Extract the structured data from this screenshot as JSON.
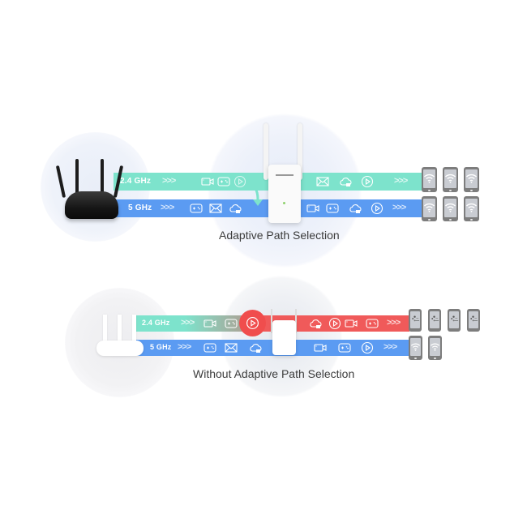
{
  "diagram": {
    "top": {
      "caption": "Adaptive Path Selection",
      "band_24": {
        "label": "2.4 GHz",
        "chevrons": ">>>",
        "color": "#7de3cc",
        "icons_before_extender": [
          "video-camera-icon",
          "gamepad-icon",
          "play-icon"
        ],
        "icons_after_extender": [
          "mail-icon",
          "cloud-icon",
          "play-icon"
        ],
        "trailing_chevrons": ">>>"
      },
      "band_5": {
        "label": "5 GHz",
        "chevrons": ">>>",
        "color": "#5b9bf2",
        "icons_before_extender": [
          "gamepad-icon",
          "mail-icon",
          "cloud-icon"
        ],
        "icons_after_extender": [
          "video-camera-icon",
          "gamepad-icon",
          "cloud-icon",
          "play-icon"
        ],
        "trailing_chevrons": ">>>"
      },
      "switch_arrow": "down-arrow-icon",
      "devices": {
        "row_24": [
          "wifi-phone",
          "wifi-phone",
          "wifi-phone"
        ],
        "row_5": [
          "wifi-phone",
          "wifi-phone",
          "wifi-phone"
        ]
      }
    },
    "bottom": {
      "caption": "Without Adaptive Path Selection",
      "band_24": {
        "label": "2.4 GHz",
        "chevrons": ">>>",
        "color": "#7de3cc",
        "congested_color": "#f05a5a",
        "icons_before_extender": [
          "video-camera-icon",
          "gamepad-icon",
          "play-icon"
        ],
        "icons_after_extender": [
          "cloud-icon",
          "play-icon",
          "video-camera-icon",
          "gamepad-icon"
        ],
        "trailing_chevrons": ">>>"
      },
      "band_5": {
        "label": "5 GHz",
        "chevrons": ">>>",
        "color": "#5b9bf2",
        "icons_before_extender": [
          "gamepad-icon",
          "mail-icon",
          "cloud-icon"
        ],
        "icons_after_extender": [
          "video-camera-icon",
          "gamepad-icon",
          "play-icon"
        ],
        "trailing_chevrons": ">>>"
      },
      "devices": {
        "row_24": [
          "buffering-phone",
          "buffering-phone",
          "buffering-phone",
          "buffering-phone"
        ],
        "row_5": [
          "wifi-phone",
          "wifi-phone"
        ]
      }
    }
  }
}
